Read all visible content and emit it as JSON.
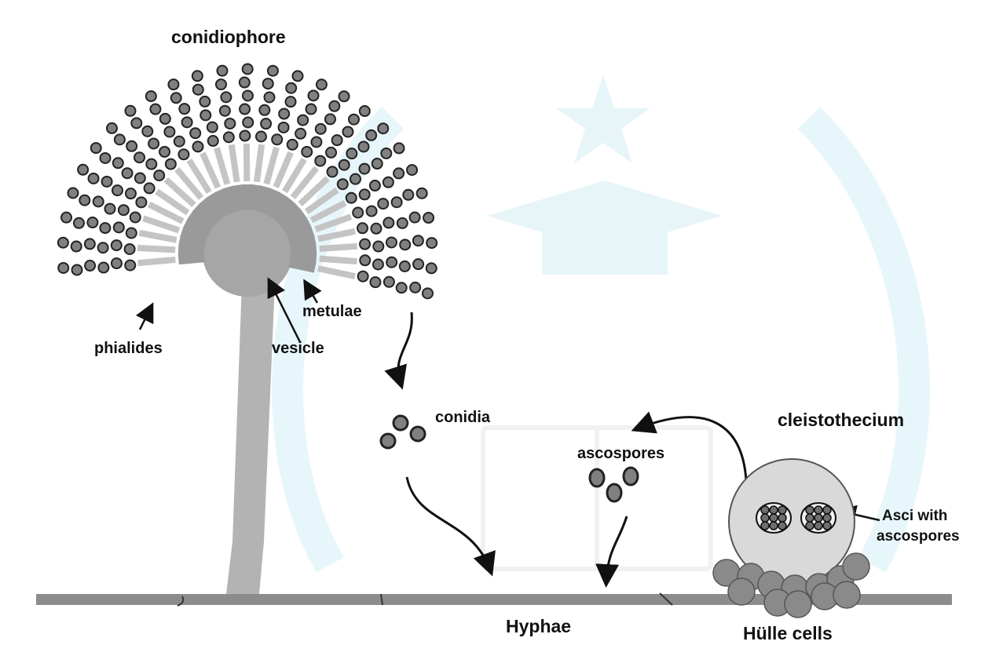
{
  "labels": {
    "conidiophore": "conidiophore",
    "phialides": "phialides",
    "vesicle": "vesicle",
    "metulae": "metulae",
    "conidia": "conidia",
    "ascospores": "ascospores",
    "cleistothecium": "cleistothecium",
    "asci_line1": "Asci with",
    "asci_line2": "ascospores",
    "hyphae": "Hyphae",
    "hulle_cells": "Hülle cells"
  },
  "colors": {
    "stalk": "#b3b3b3",
    "vesicle": "#a6a6a6",
    "spore": "#808080",
    "spore_outline": "#222222",
    "hyphae": "#8c8c8c",
    "cleistothecium": "#d9d9d9",
    "hulle": "#8a8a8a",
    "watermark": "#d4eef5"
  }
}
